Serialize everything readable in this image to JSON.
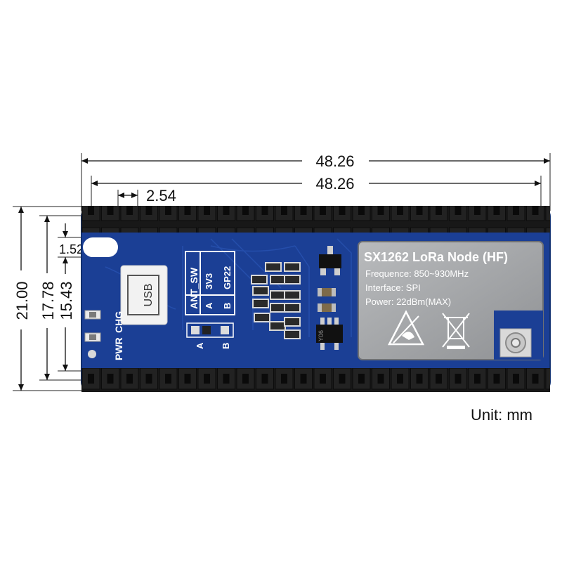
{
  "dimensions": {
    "outer_width": "48.26",
    "inner_width": "48.26",
    "pin_pitch": "2.54",
    "height_total": "21.00",
    "height_mid": "17.78",
    "height_inner": "15.43",
    "hole_offset": "1.52"
  },
  "unit_label": "Unit: mm",
  "board": {
    "usb_label": "USB",
    "pwr_label": "PWR",
    "chg_label": "CHG",
    "ant_sw_label": "ANT_SW",
    "col_a_label": "A",
    "col_3v3_label": "3V3",
    "col_b_label": "B",
    "col_gp22_label": "GP22",
    "jumper_a_label": "A",
    "jumper_b_label": "B",
    "ic_marking": "Y06"
  },
  "module": {
    "title": "SX1262 LoRa Node (HF)",
    "line1": "Frequence: 850~930MHz",
    "line2": "Interface: SPI",
    "line3": "Power: 22dBm(MAX)"
  },
  "colors": {
    "pcb": "#1b3f95",
    "pin_header": "#151515",
    "module_shield": "#a7a9ab"
  }
}
